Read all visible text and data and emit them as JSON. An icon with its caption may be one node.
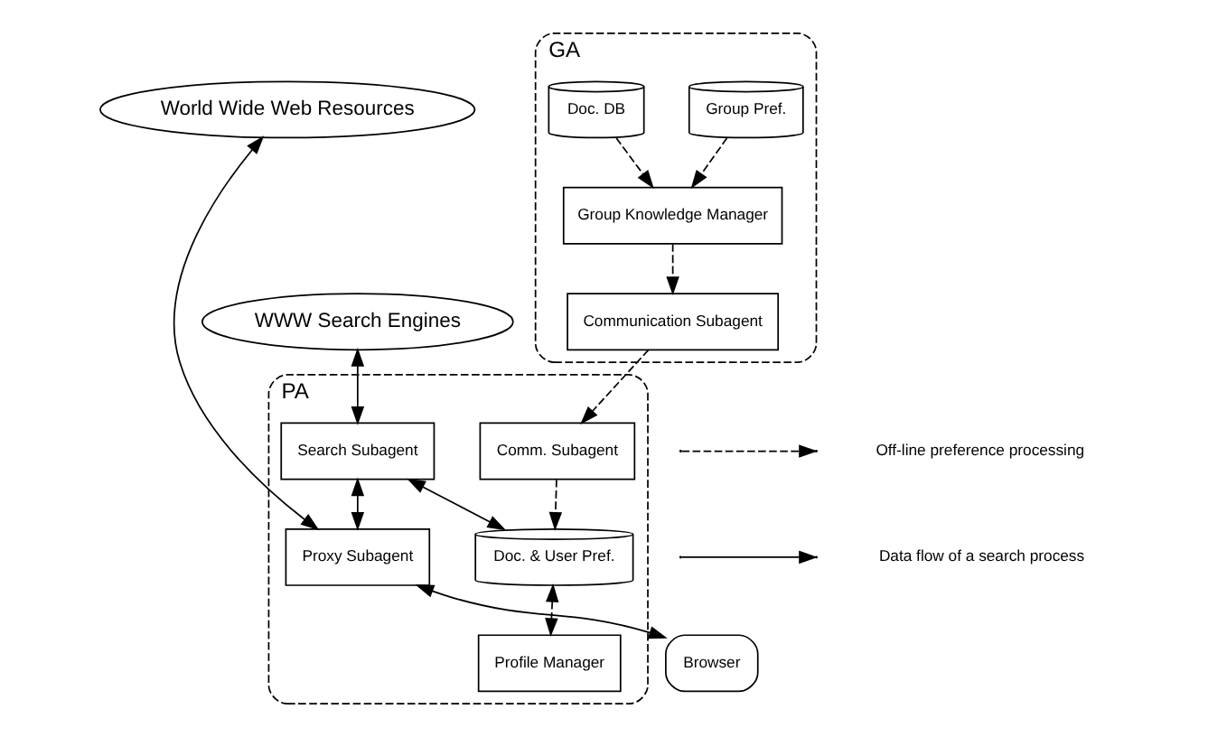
{
  "diagram": {
    "nodes": [
      {
        "text": [
          "World Wide Web Resources"
        ]
      },
      {
        "text": [
          "WWW Search Engines"
        ]
      },
      {
        "text": [
          "GA"
        ]
      },
      {
        "text": [
          "Group Pref."
        ],
        "in": 2
      },
      {
        "text": [
          "Group Knowledge Manager"
        ],
        "in": 2
      },
      {
        "text": [
          "Doc. DB"
        ],
        "in": 2
      },
      {
        "text": [
          "Communication Subagent"
        ],
        "in": 2
      },
      {
        "text": [
          "PA"
        ]
      },
      {
        "text": [
          "Search Subagent"
        ],
        "in": 7
      },
      {
        "text": [
          "Doc. & User Pref."
        ],
        "in": 7
      },
      {
        "text": [
          "Profile Manager"
        ],
        "in": 7
      },
      {
        "text": [
          "Comm. Subagent"
        ],
        "in": 7
      },
      {
        "text": [
          "Proxy Subagent"
        ],
        "in": 7
      },
      {
        "text": [
          "Browser"
        ]
      }
    ],
    "edges": [
      {
        "from": 3,
        "to": 4,
        "arrow": "to",
        "style": "dashed"
      },
      {
        "from": 5,
        "to": 4,
        "arrow": "to",
        "style": "dashed"
      },
      {
        "from": 4,
        "to": 6,
        "arrow": "to",
        "style": "dashed"
      },
      {
        "from": 6,
        "to": 11,
        "arrow": "to",
        "style": "dashed"
      },
      {
        "from": 11,
        "to": 9,
        "arrow": "to",
        "style": "dashed"
      },
      {
        "from": 9,
        "to": 10,
        "arrow": "both",
        "style": "dashed"
      },
      {
        "from": 1,
        "to": 8,
        "arrow": "both"
      },
      {
        "from": 8,
        "to": 9,
        "arrow": "both"
      },
      {
        "from": 8,
        "to": 12,
        "arrow": "both"
      },
      {
        "from": 12,
        "to": 0,
        "arrow": "both"
      },
      {
        "from": 12,
        "to": 13,
        "arrow": "both"
      }
    ],
    "legend": [
      {
        "text": "Off-line preference processing"
      },
      {
        "text": "Data flow of a search process"
      }
    ]
  }
}
